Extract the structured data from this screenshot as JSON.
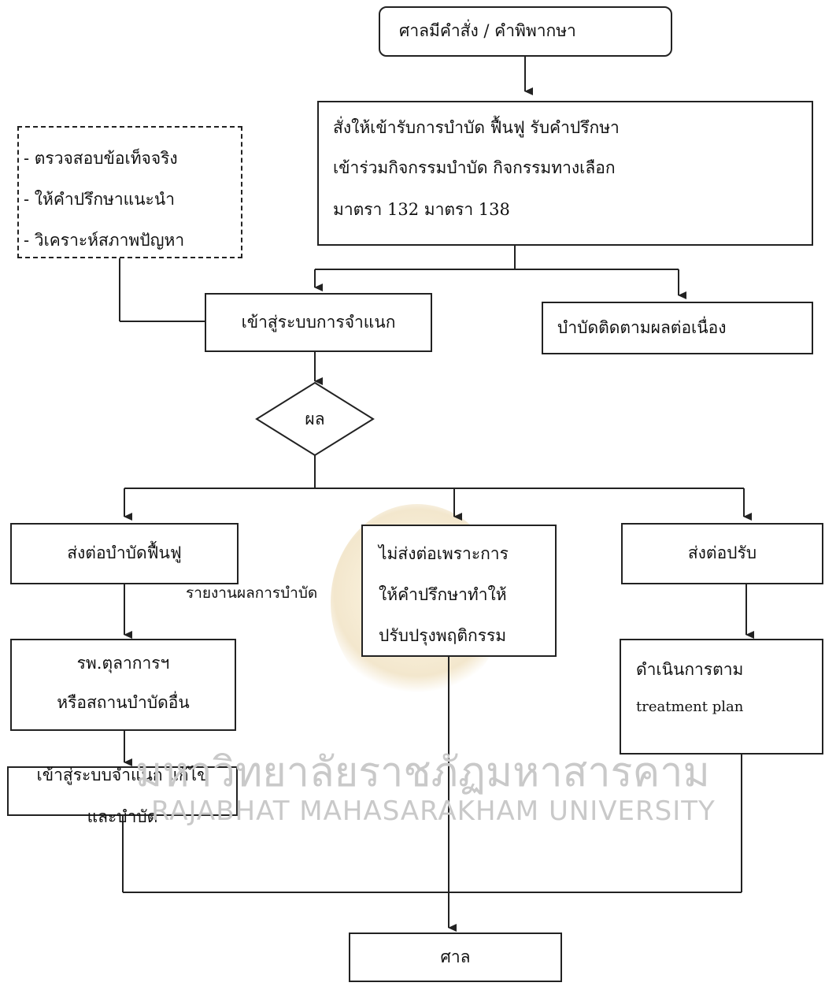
{
  "nodes": {
    "court_order": "ศาลมีคำสั่ง / คำพิพากษา",
    "order_line1": "สั่งให้เข้ารับการบำบัด ฟื้นฟู รับคำปรึกษา",
    "order_line2": "เข้าร่วมกิจกรรมบำบัด กิจกรรมทางเลือก",
    "order_line3": "มาตรา 132 มาตรา 138",
    "side_line1": "- ตรวจสอบข้อเท็จจริง",
    "side_line2": "- ให้คำปรึกษาแนะนำ",
    "side_line3": "- วิเคราะห์สภาพปัญหา",
    "classification": "เข้าสู่ระบบการจำแนก",
    "followup": "บำบัดติดตามผลต่อเนื่อง",
    "result": "ผล",
    "refer_rehab": "ส่งต่อบำบัดฟื้นฟู",
    "no_refer_line1": "ไม่ส่งต่อเพราะการ",
    "no_refer_line2": "ให้คำปรึกษาทำให้",
    "no_refer_line3": "ปรับปรุงพฤติกรรม",
    "refer_fine": "ส่งต่อปรับ",
    "report_label": "รายงานผลการบำบัด",
    "hospital_line1": "รพ.ตุลาการฯ",
    "hospital_line2": "หรือสถานบำบัดอื่น",
    "reclassify_line1": "เข้าสู่ระบบจำแนก แก้ไข",
    "reclassify_line2": "และบำบัด",
    "plan_line1": "ดำเนินการตาม",
    "plan_line2": "treatment plan",
    "court": "ศาล"
  },
  "watermark": {
    "thai": "มหาวิทยาลัยราชภัฏมหาสารคาม",
    "english": "RAJABHAT MAHASARAKHAM UNIVERSITY"
  }
}
